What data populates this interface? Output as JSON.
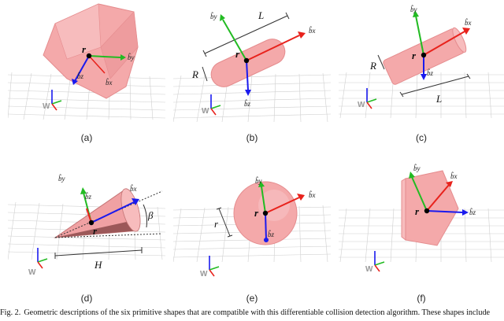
{
  "panels": [
    {
      "id": "a",
      "label": "(a)",
      "vectors": [
        "b̂y",
        "b̂x",
        "b̂z"
      ],
      "origin": "r",
      "frame": "W"
    },
    {
      "id": "b",
      "label": "(b)",
      "vectors": [
        "b̂y",
        "b̂x",
        "b̂z"
      ],
      "origin": "r",
      "frame": "W",
      "dims": [
        "L",
        "R"
      ]
    },
    {
      "id": "c",
      "label": "(c)",
      "vectors": [
        "b̂y",
        "b̂x",
        "b̂z"
      ],
      "origin": "r",
      "frame": "W",
      "dims": [
        "R",
        "L"
      ]
    },
    {
      "id": "d",
      "label": "(d)",
      "vectors": [
        "b̂y",
        "b̂x",
        "b̂z"
      ],
      "origin": "r",
      "frame": "W",
      "dims": [
        "β",
        "H"
      ]
    },
    {
      "id": "e",
      "label": "(e)",
      "vectors": [
        "b̂y",
        "b̂x",
        "b̂z"
      ],
      "origin": "r",
      "frame": "W",
      "dims": [
        "r"
      ]
    },
    {
      "id": "f",
      "label": "(f)",
      "vectors": [
        "b̂y",
        "b̂x",
        "b̂z"
      ],
      "origin": "r",
      "frame": "W"
    }
  ],
  "caption": {
    "fig": "Fig. 2.",
    "text": "Geometric descriptions of the six primitive shapes that are compatible with this differentiable collision detection algorithm. These shapes include"
  },
  "colors": {
    "x_axis": "#e8221c",
    "y_axis": "#22bb22",
    "z_axis": "#1a1aee",
    "shape_fill": "#f4a9aa",
    "shape_edge": "#e58c8e",
    "grid": "#cfcfcf"
  }
}
